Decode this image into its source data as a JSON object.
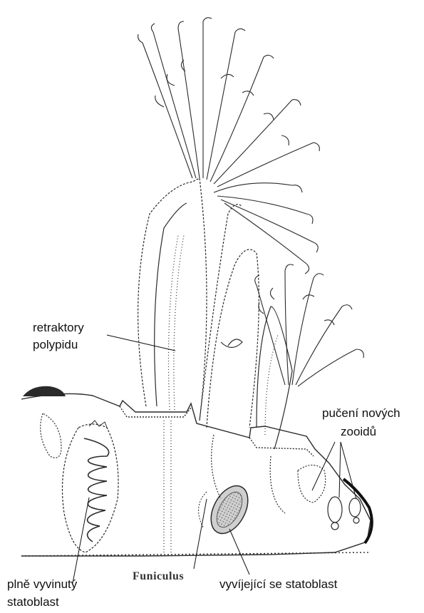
{
  "labels": {
    "retractors": {
      "line1": "retraktory",
      "line2": "polypidu"
    },
    "budding": {
      "line1": "pučení nových",
      "line2": "zooidů"
    },
    "full_statoblast": {
      "line1": "plně vyvinutý",
      "line2": "statoblast"
    },
    "funiculus": "Funiculus",
    "developing_statoblast": "vyvíjející se statoblast"
  },
  "colors": {
    "ink": "#2a2a2a",
    "label": "#111111",
    "paper": "#ffffff",
    "shade": "#9a9a9a"
  }
}
